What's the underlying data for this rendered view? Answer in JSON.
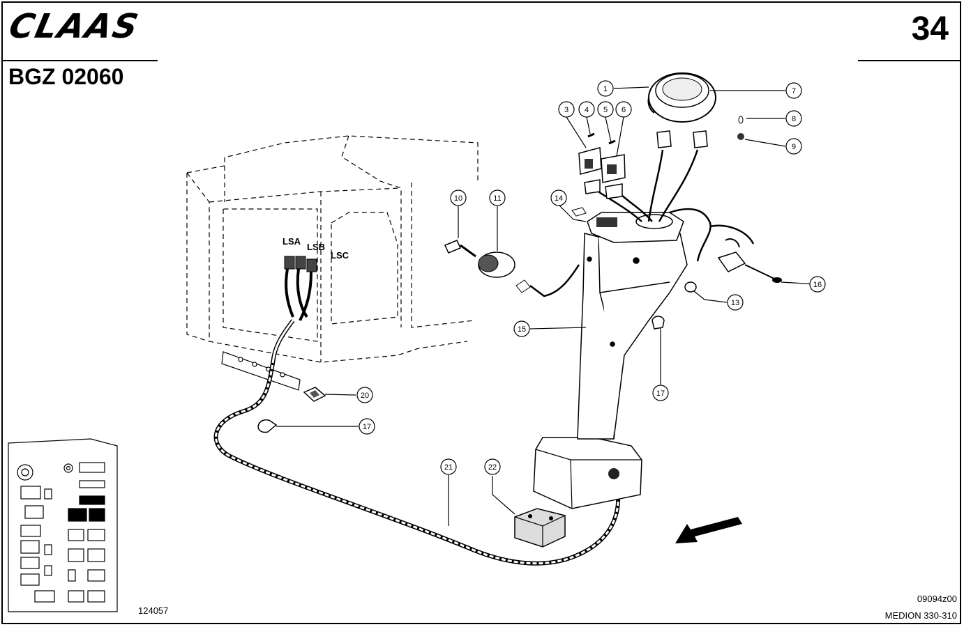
{
  "header": {
    "brand": "CLAAS",
    "page_number": "34",
    "document_id": "BGZ 02060"
  },
  "footer": {
    "left_ref": "124057",
    "right_ref": "09094z00",
    "model": "MEDION 330-310"
  },
  "connector_labels": [
    "LSA",
    "LSB",
    "LSC"
  ],
  "callouts": [
    "1",
    "3",
    "4",
    "5",
    "6",
    "7",
    "8",
    "9",
    "10",
    "11",
    "13",
    "14",
    "15",
    "16",
    "17",
    "17",
    "20",
    "21",
    "22"
  ],
  "colors": {
    "ink": "#000000",
    "paper": "#ffffff",
    "shade": "#cfcfcf"
  }
}
